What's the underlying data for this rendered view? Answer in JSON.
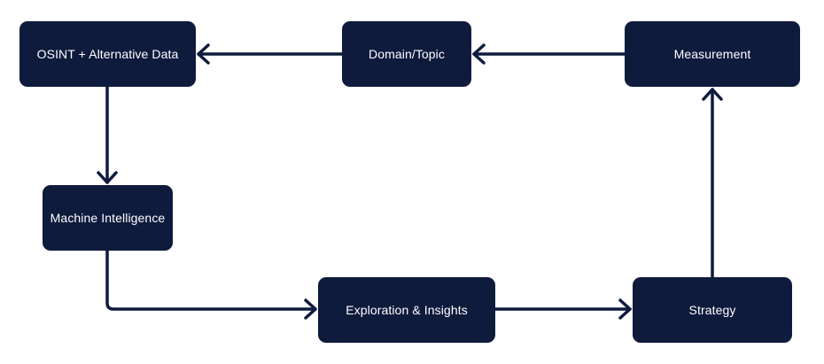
{
  "colors": {
    "node_fill": "#0f1b3d",
    "node_text": "#ffffff",
    "connector": "#0f1b3d",
    "background": "#ffffff"
  },
  "nodes": {
    "osint": {
      "label": "OSINT + Alternative Data"
    },
    "domain": {
      "label": "Domain/Topic"
    },
    "measurement": {
      "label": "Measurement"
    },
    "machine": {
      "label": "Machine Intelligence"
    },
    "exploration": {
      "label": "Exploration & Insights"
    },
    "strategy": {
      "label": "Strategy"
    }
  },
  "edges": [
    {
      "from": "domain",
      "to": "osint"
    },
    {
      "from": "measurement",
      "to": "domain"
    },
    {
      "from": "osint",
      "to": "machine"
    },
    {
      "from": "machine",
      "to": "exploration"
    },
    {
      "from": "exploration",
      "to": "strategy"
    },
    {
      "from": "strategy",
      "to": "measurement"
    }
  ]
}
